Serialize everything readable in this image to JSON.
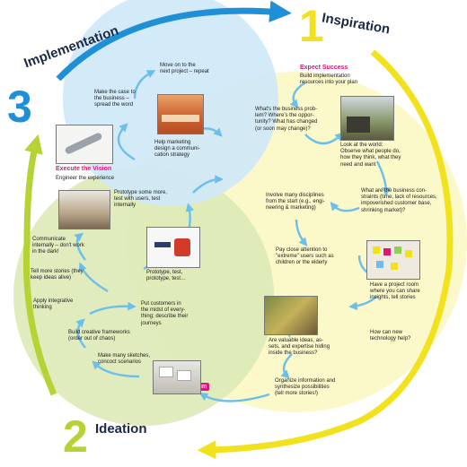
{
  "phases": {
    "inspiration": {
      "number": "1",
      "title": "Inspiration",
      "color": "#f2e21d"
    },
    "ideation": {
      "number": "2",
      "title": "Ideation",
      "color": "#b5d334"
    },
    "implementation": {
      "number": "3",
      "title": "Implementation",
      "color": "#1f8fd6"
    }
  },
  "headings": {
    "expect_success": "Expect Success",
    "execute_vision": "Execute the Vision",
    "execute_vision_sub": "Engineer the experience",
    "brainstorm": "Brainstorm"
  },
  "steps": {
    "move_on": "Move on to the\nnext project – repeat",
    "make_case": "Make the case to\nthe business –\nspread the word",
    "help_marketing": "Help marketing\ndesign a communi-\ncation strategy",
    "build_resources": "Build implementation\nresources into your plan",
    "business_problem": "What's the business prob-\nlem? Where's the oppor-\ntunity? What has changed\n(or soon may change)?",
    "look_world": "Look at the world:\nObserve what people do,\nhow they think, what they\nneed and want",
    "business_constraints": "What are the business con-\nstraints (time, lack of resources,\nimpoverished customer base,\nshrinking market)?",
    "involve_disciplines": "Involve many disciplines\nfrom the start (e.g., engi-\nneering & marketing)",
    "extreme_users": "Pay close attention to\n\"extreme\" users such as\nchildren or the elderly",
    "project_room": "Have a project room\nwhere you can share\ninsights, tell stories",
    "new_technology": "How can new\ntechnology help?",
    "valuable_ideas": "Are valuable ideas, as-\nsets, and expertise hiding\ninside the business?",
    "organize_info": "Organize information and\nsynthesize possibilities\n(tell more stories!)",
    "prototype_more": "Prototype some more,\ntest with users, test\ninternally",
    "communicate": "Communicate\ninternally – don't work\nin the dark!",
    "tell_stories": "Tell more stories (they\nkeep ideas alive)",
    "prototype_test": "Prototype, test,\nprototype, test…",
    "integrative": "Apply integrative\nthinking",
    "customers": "Put customers in\nthe midst of every-\nthing; describe their\njourneys",
    "frameworks": "Build creative frameworks\n(order out of chaos)",
    "sketches": "Make many sketches,\nconcoct scenarios"
  },
  "colors": {
    "blue_circle": "#cfe8f7",
    "green_circle": "#dde9b8",
    "yellow_circle": "#fbf8c9",
    "pink": "#e0157a",
    "arrow_blue": "#6cbfea"
  }
}
